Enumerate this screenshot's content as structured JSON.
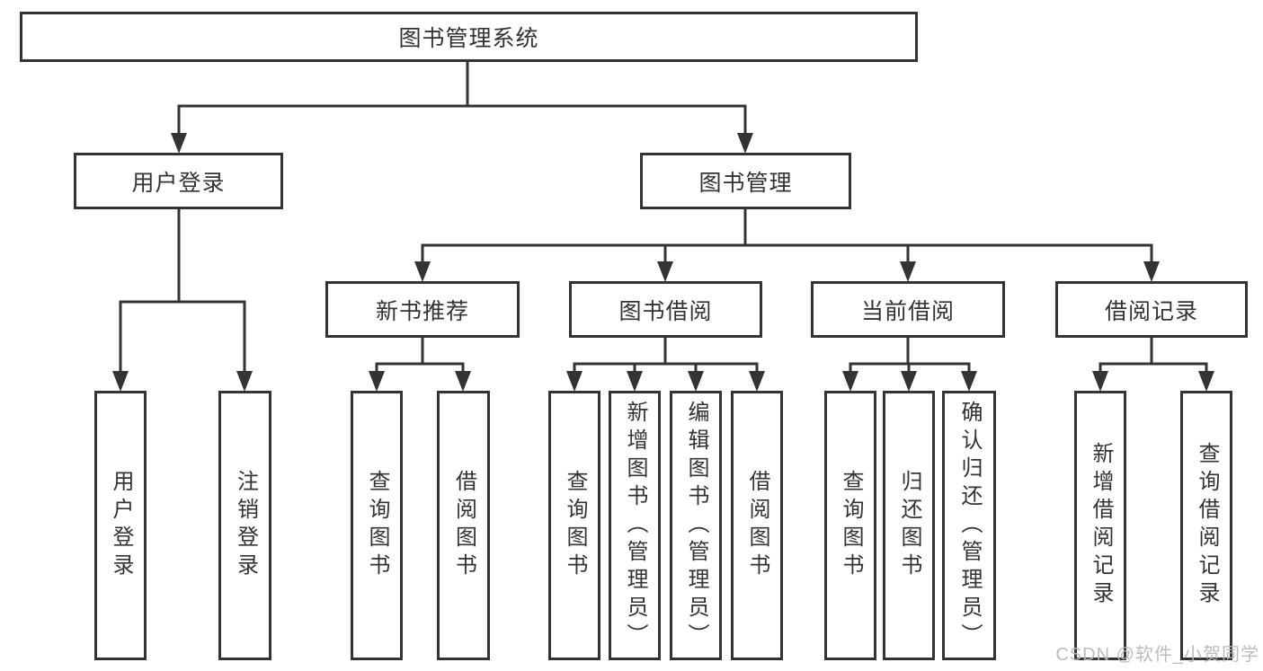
{
  "title_node": {
    "label": "图书管理系统"
  },
  "login_branch": {
    "label": "用户登录",
    "children": [
      {
        "label": "用户登录"
      },
      {
        "label": "注销登录"
      }
    ]
  },
  "mgmt_branch": {
    "label": "图书管理",
    "groups": [
      {
        "label": "新书推荐",
        "children": [
          {
            "label": "查询图书"
          },
          {
            "label": "借阅图书"
          }
        ]
      },
      {
        "label": "图书借阅",
        "children": [
          {
            "label": "查询图书"
          },
          {
            "label": "新增图书（管理员）"
          },
          {
            "label": "编辑图书（管理员）"
          },
          {
            "label": "借阅图书"
          }
        ]
      },
      {
        "label": "当前借阅",
        "children": [
          {
            "label": "查询图书"
          },
          {
            "label": "归还图书"
          },
          {
            "label": "确认归还（管理员）"
          }
        ]
      },
      {
        "label": "借阅记录",
        "children": [
          {
            "label": "新增借阅记录"
          },
          {
            "label": "查询借阅记录"
          }
        ]
      }
    ]
  },
  "watermark": {
    "text": "CSDN @软件_小贺同学"
  },
  "colors": {
    "line": "#333333",
    "text": "#333333",
    "background": "#ffffff",
    "watermark": "#b8b8b8"
  }
}
